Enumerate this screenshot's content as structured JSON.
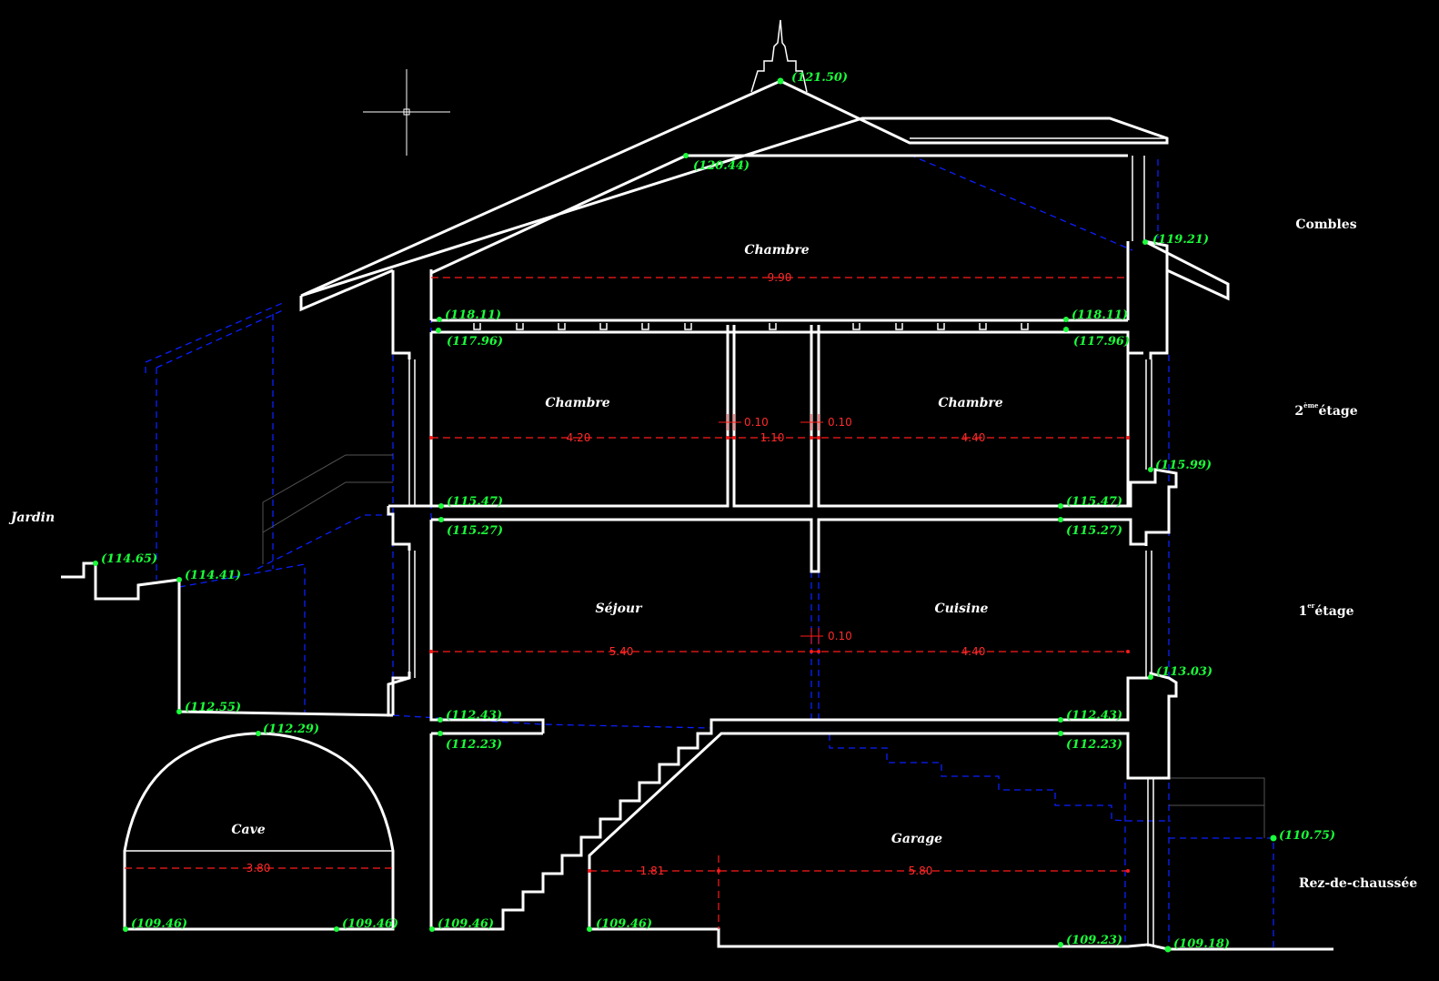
{
  "levels": {
    "combles": "Combles",
    "etage2_num": "2",
    "etage2_sup": "ème",
    "etage2_word": "étage",
    "etage1_num": "1",
    "etage1_sup": "er",
    "etage1_word": "étage",
    "rdc": "Rez-de-chaussée",
    "jardin": "Jardin"
  },
  "rooms": {
    "attic": "Chambre",
    "bedroom_left": "Chambre",
    "bedroom_right": "Chambre",
    "living": "Séjour",
    "kitchen": "Cuisine",
    "cellar": "Cave",
    "garage": "Garage"
  },
  "dimensions": {
    "attic_width": "9.90",
    "bedroom_left_width": "4.20",
    "corridor_width": "1.10",
    "bedroom_right_width": "4.40",
    "wall_left": "0.10",
    "wall_right": "0.10",
    "living_width": "5.40",
    "kitchen_width": "4.40",
    "wall_first": "0.10",
    "cellar_width": "3.80",
    "garage_stair": "1.81",
    "garage_width": "5.80"
  },
  "elevations": [
    "(121.50)",
    "(120.44)",
    "(119.21)",
    "(118.11)",
    "(117.96)",
    "(118.11)",
    "(117.96)",
    "(115.99)",
    "(115.47)",
    "(115.47)",
    "(115.27)",
    "(115.27)",
    "(114.65)",
    "(114.41)",
    "(113.03)",
    "(112.55)",
    "(112.43)",
    "(112.43)",
    "(112.23)",
    "(112.23)",
    "(112.29)",
    "(110.75)",
    "(109.46)",
    "(109.46)",
    "(109.46)",
    "(109.46)",
    "(109.23)",
    "(109.18)"
  ],
  "colors": {
    "background": "#000000",
    "structure": "#ffffff",
    "elevation": "#1aff3a",
    "dimension": "#ff1a1a",
    "hidden": "#0a1fff"
  }
}
